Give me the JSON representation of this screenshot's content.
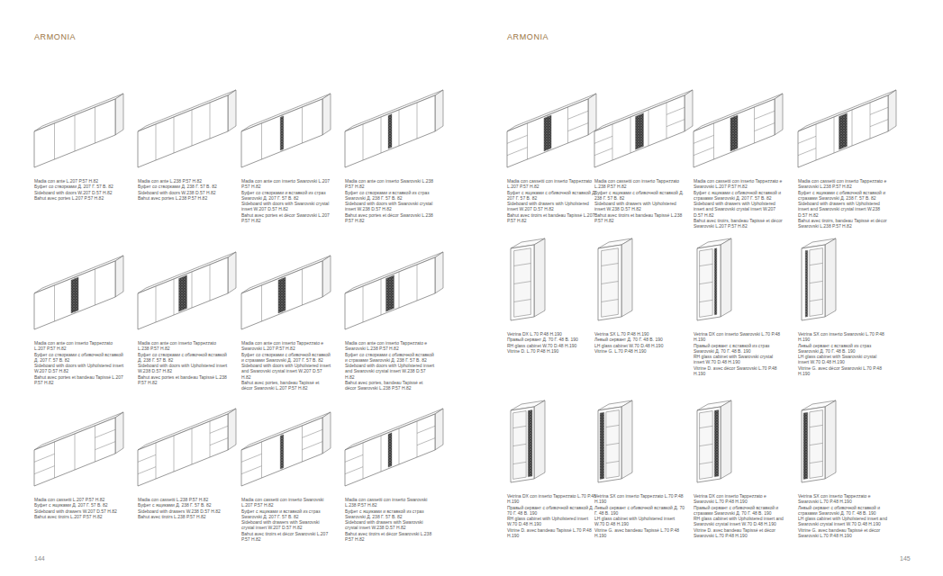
{
  "diagram": {
    "labels": [
      "ARMONIA",
      "ARMONIA",
      "Madia con ante L.207 P.57 H.82",
      "Буфет со створками Д. 207 Г. 57 В. 82",
      "Sideboard with doors W.207 D.57 H.82",
      "Bahut avec portes L.207 P.57 H.82",
      "Madia con ante L.238 P.57 H.82",
      "Буфет со створками Д. 238 Г. 57 В. 82",
      "Sideboard with doors W.238 D.57 H.82",
      "Bahut avec portes L.238 P.57 H.82",
      "Madia con ante con inserto Swarovski L.207 P.57 H.82",
      "Буфет со створками и вставкой из страз Swarovski Д. 207 Г. 57 В. 82",
      "Sideboard with doors with Swarovski crystal insert W.207 D.57 H.82",
      "Bahut avec portes et décor Swarovski L.207 P.57 H.82",
      "Madia con ante con inserto Swarovski L.238 P.57 H.82",
      "Буфет со створками и вставкой из страз Swarovski Д. 238 Г. 57 В. 82",
      "Sideboard with doors with Swarovski crystal insert W.238 D.57 H.82",
      "Bahut avec portes et décor Swarovski L.238 P.57 H.82",
      "Madia con ante con inserto Tappezzato L.207 P.57 H.82",
      "Буфет со створками с обивочной вставкой Д. 207 Г. 57 В. 82",
      "Sideboard with doors with Upholstered insert W.207 D.57 H.82",
      "Bahut avec portes et bandeau Tapissé L.207 P.57 H.82",
      "Madia con ante con inserto Tappezzato L.238 P.57 H.82",
      "Буфет со створками с обивочной вставкой Д. 238 Г. 57 В. 82",
      "Sideboard with doors with Upholstered insert W.238 D.57 H.82",
      "Bahut avec portes et bandeau Tapissé L.238 P.57 H.82",
      "Madia con ante con inserto Tappezzato e Swarovski L.207 P.57 H.82",
      "Буфет со створками с обивочной вставкой и стразами Swarovski Д. 207 Г. 57 В. 82",
      "Sideboard with doors with Upholstered insert and Swarovski crystal insert W.207 D.57 H.82",
      "Bahut avec portes, bandeau Tapissé et décor Swarovski L.207 P.57 H.82",
      "Madia con ante con inserto Tappezzato e Swarovski L.238 P.57 H.82",
      "Буфет со створками с обивочной вставкой и стразами Swarovski Д. 238 Г. 57 В. 82",
      "Sideboard with doors with Upholstered insert and Swarovski crystal insert W.238 D.57 H.82",
      "Bahut avec portes, bandeau Tapissé et décor Swarovski L.238 P.57 H.82",
      "Madia con cassetti L.207 P.57 H.82",
      "Буфет с ящиками Д. 207 Г. 57 В. 82",
      "Sideboard with drawers W.207 D.57 H.82",
      "Bahut avec tiroirs L.207 P.57 H.82",
      "Madia con cassetti L.238 P.57 H.82",
      "Буфет с ящиками Д. 238 Г. 57 В. 82",
      "Sideboard with drawers W.238 D.57 H.82",
      "Bahut avec tiroirs L.238 P.57 H.82",
      "Madia con cassetti con inserto Swarovski L.207 P.57 H.82",
      "Буфет с ящиками и вставкой из страз Swarovski Д. 207 Г. 57 В. 82",
      "Sideboard with drawers with Swarovski crystal insert W.207 D.57 H.82",
      "Bahut avec tiroirs et décor Swarovski L.207 P.57 H.82",
      "Madia con cassetti con inserto Swarovski L.238 P.57 H.82",
      "Буфет с ящиками и вставкой из страз Swarovski Д. 238 Г. 57 В. 82",
      "Sideboard with drawers with Swarovski crystal insert W.238 D.57 H.82",
      "Bahut avec tiroirs et décor Swarovski L.238 P.57 H.82",
      "Madia con cassetti con inserto Tappezzato L.207 P.57 H.82",
      "Буфет с ящиками с обивочной вставкой Д. 207 Г. 57 В. 82",
      "Sideboard with drawers with Upholstered insert W.207 D.57 H.82",
      "Bahut avec tiroirs et bandeau Tapissé L.207 P.57 H.82",
      "Madia con cassetti con inserto Tappezzato L.238 P.57 H.82",
      "Буфет с ящиками с обивочной вставкой Д. 238 Г. 57 В. 82",
      "Sideboard with drawers with Upholstered insert W.238 D.57 H.82",
      "Bahut avec tiroirs et bandeau Tapissé L.238 P.57 H.82",
      "Madia con cassetti con inserto Tappezzato e Swarovski L.207 P.57 H.82",
      "Буфет с ящиками с обивочной вставкой и стразами Swarovski Д. 207 Г. 57 В. 82",
      "Sideboard with drawers with Upholstered insert and Swarovski crystal insert W.207 D.57 H.82",
      "Bahut avec tiroirs, bandeau Tapissé et décor Swarovski L.207 P.57 H.82",
      "Madia con cassetti con inserto Tappezzato e Swarovski L.238 P.57 H.82",
      "Буфет с ящиками с обивочной вставкой и стразами Swarovski Д. 238 Г. 57 В. 82",
      "Sideboard with drawers with Upholstered insert and Swarovski crystal insert W.238 D.57 H.82",
      "Bahut avec tiroirs, bandeau Tapissé et décor Swarovski L.238 P.57 H.82",
      "Vetrina DX L.70 P.48 H.190",
      "Правый сервант Д. 70 Г. 48 В. 190",
      "RH glass cabinet W.70 D.48 H.190",
      "Vitrine D. L.70 P.48 H.190",
      "Vetrina SX L.70 P.48 H.190",
      "Левый сервант Д. 70 Г. 48 В. 190",
      "LH glass cabinet W.70 D.48 H.190",
      "Vitrine G. L.70 P.48 H.190",
      "Vetrina DX con inserto Swarovski L.70 P.48 H.190",
      "Правый сервант с вставкой из страз Swarovski Д. 70 Г. 48 В. 190",
      "RH glass cabinet with Swarovski crystal insert W.70 D.48 H.190",
      "Vitrine D. avec décor Swarovski L.70 P.48 H.190",
      "Vetrina SX con inserto Swarovski L.70 P.48 H.190",
      "Левый сервант с вставкой из страз Swarovski Д. 70 Г. 48 В. 190",
      "LH glass cabinet with Swarovski crystal insert W.70 D.48 H.190",
      "Vitrine G. avec décor Swarovski L.70 P.48 H.190",
      "Vetrina DX con inserto Tappezzato L.70 P.48 H.190",
      "Правый сервант с обивочной вставкой Д. 70 Г. 48 В. 190",
      "RH glass cabinet with Upholstered insert W.70 D.48 H.190",
      "Vitrine D. avec bandeau Tapissé L.70 P.48 H.190",
      "Vetrina SX con inserto Tappezzato L.70 P.48 H.190",
      "Левый сервант с обивочной вставкой Д. 70 Г. 48 В. 190",
      "LH glass cabinet with Upholstered insert W.70 D.48 H.190",
      "Vitrine G. avec bandeau Tapissé L.70 P.48 H.190",
      "Vetrina DX con inserto Tappezzato e Swarovski L.70 P.48 H.190",
      "Правый сервант с обивочной вставкой и стразами Swarovski Д. 70 Г. 48 В. 190",
      "RH glass cabinet with Upholstered insert and Swarovski crystal insert W.70 D.48 H.190",
      "Vitrine D. avec bandeau Tapissé et décor Swarovski L.70 P.48 H.190",
      "Vetrina SX con inserto Tappezzato e Swarovski L.70 P.48 H.190",
      "Левый сервант с обивочной вставкой и стразами Swarovski Д. 70 Г. 48 В. 190",
      "LH glass cabinet with Upholstered insert and Swarovski crystal insert W.70 D.48 H.190",
      "Vitrine G. avec bandeau Tapissé et décor Swarovski L.70 P.48 H.190",
      "144",
      "145"
    ]
  }
}
